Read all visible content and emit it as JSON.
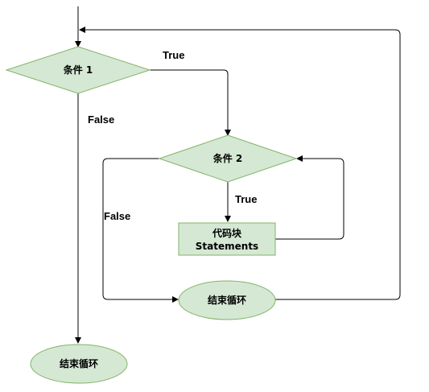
{
  "colors": {
    "node_fill": "#d5e8d4",
    "node_stroke": "#82b366",
    "edge": "#000000"
  },
  "nodes": {
    "condition1": "条件 1",
    "condition2": "条件 2",
    "code_block_line1": "代码块",
    "code_block_line2": "Statements",
    "end_loop_inner": "结束循环",
    "end_loop_outer": "结束循环"
  },
  "edges": {
    "c1_true": "True",
    "c1_false": "False",
    "c2_true": "True",
    "c2_false": "False"
  }
}
